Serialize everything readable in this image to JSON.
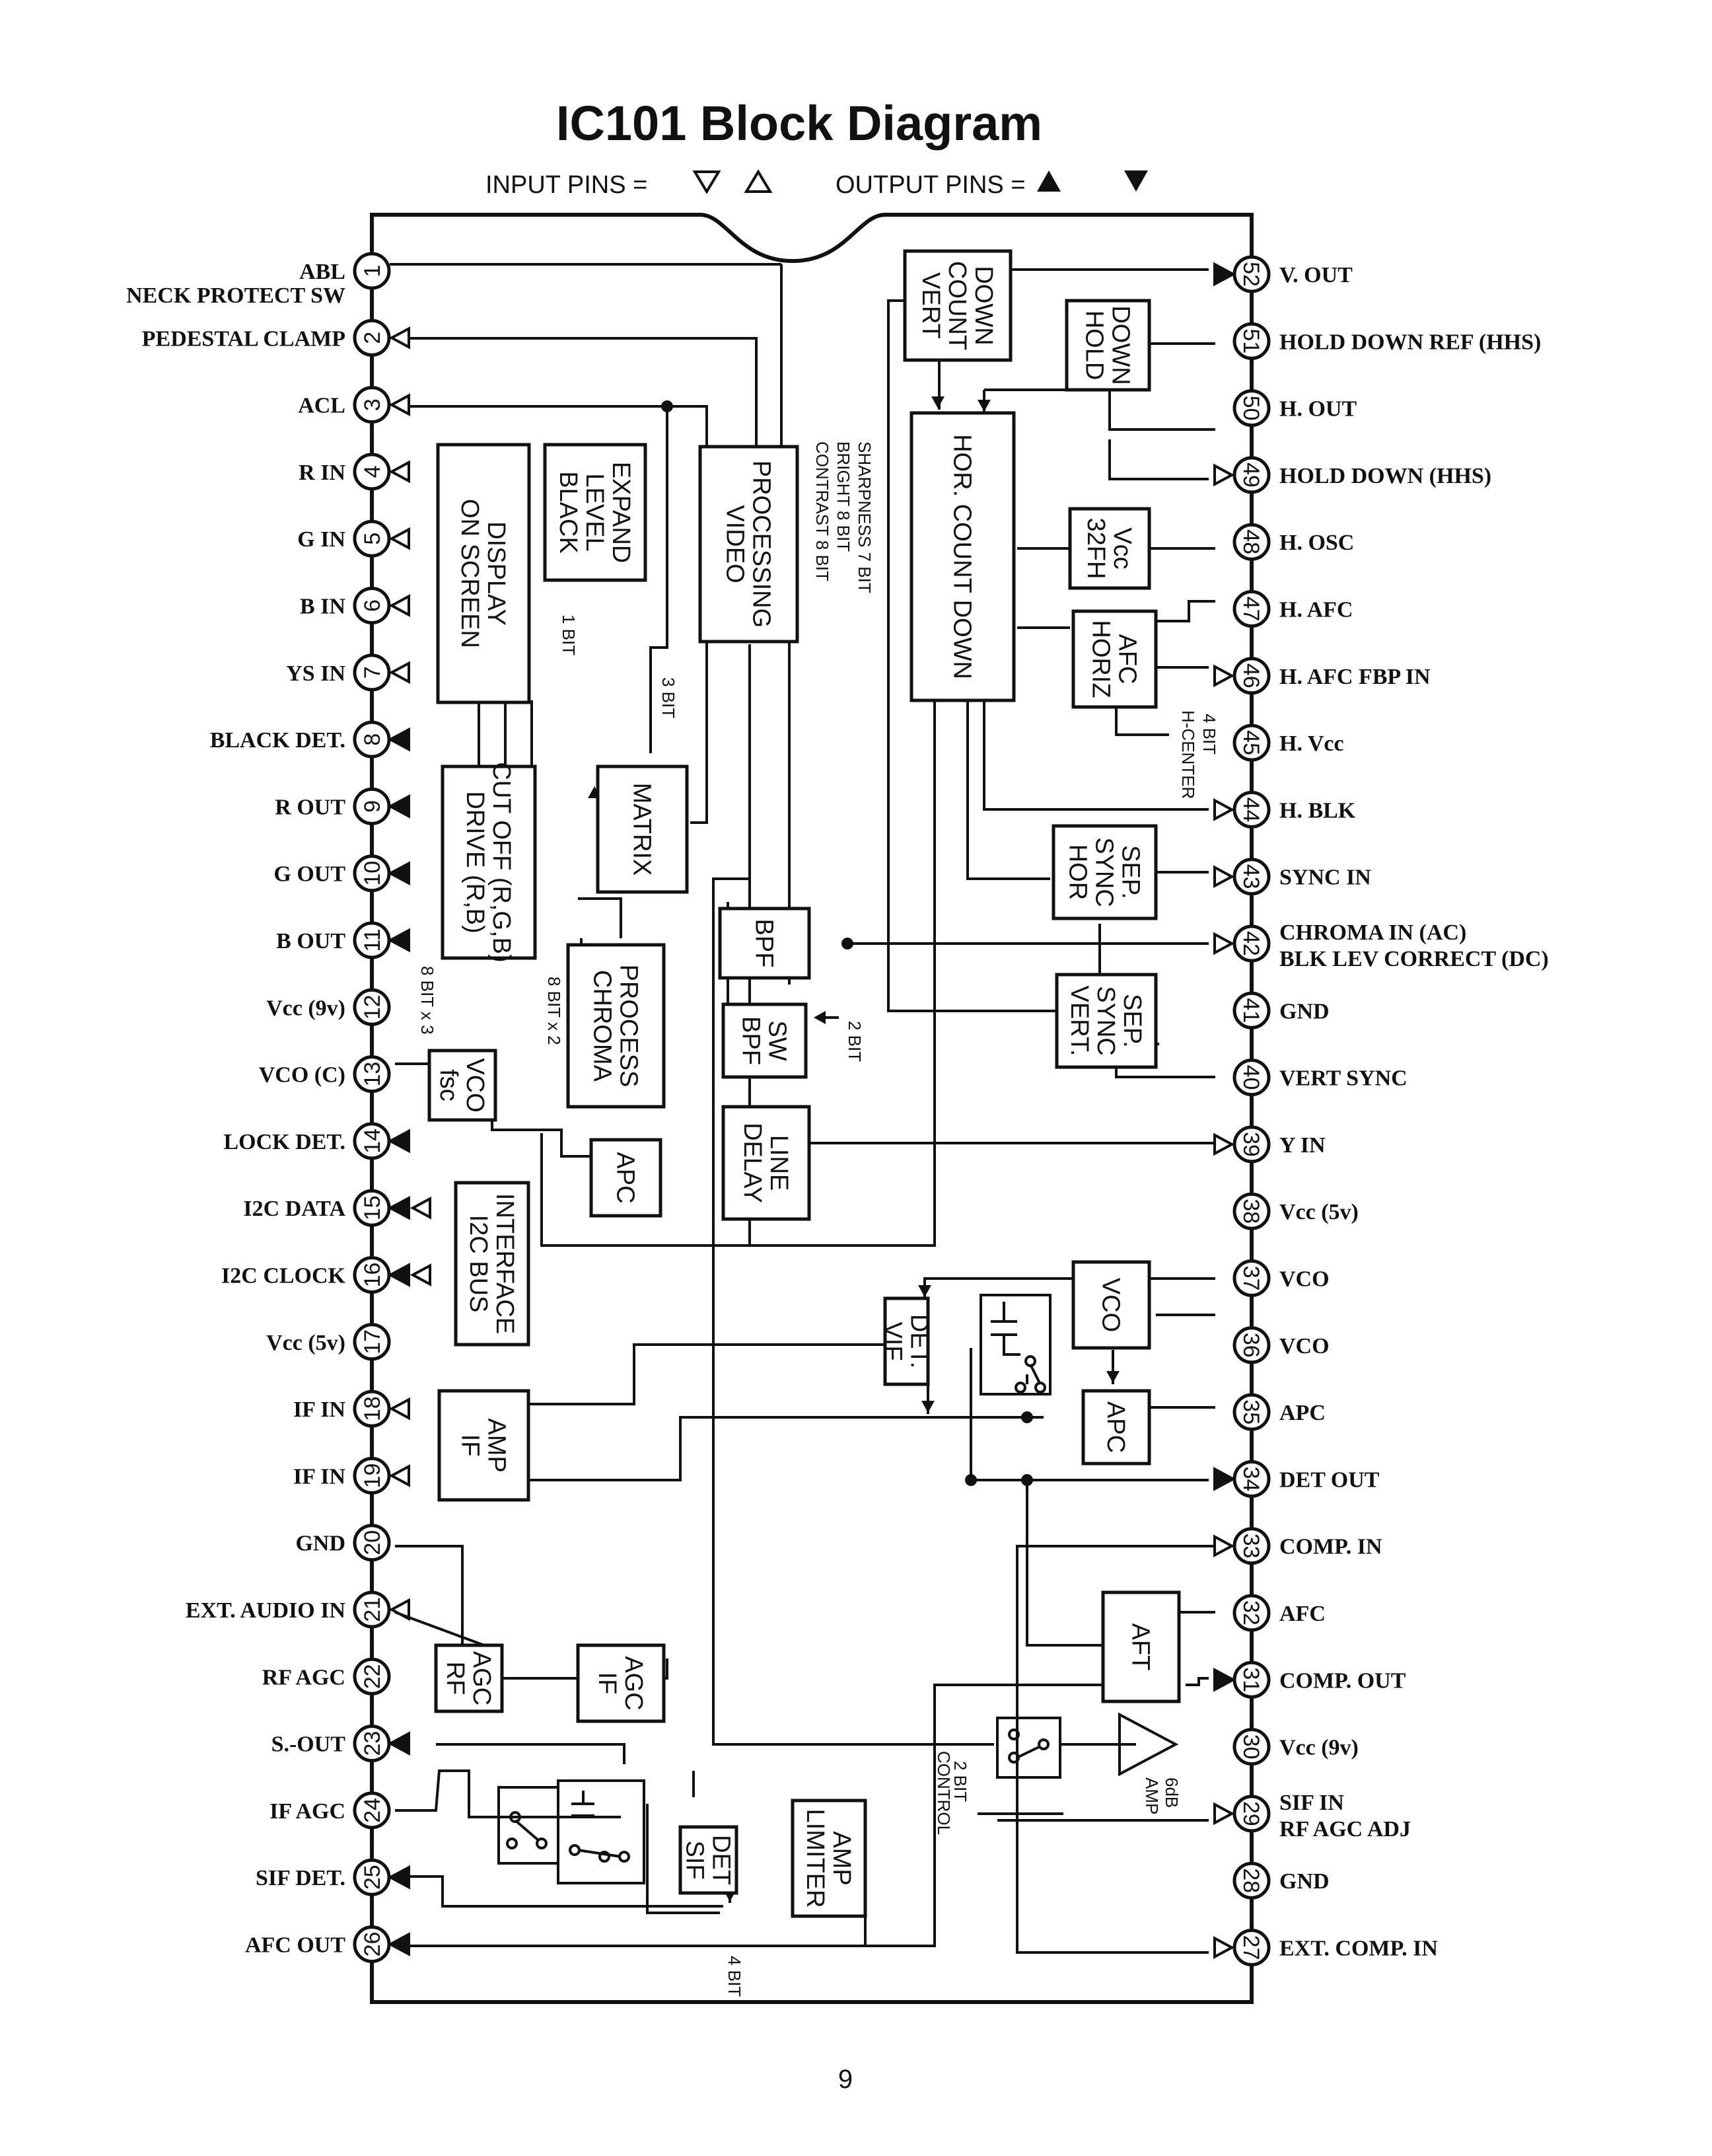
{
  "title": "IC101 Block Diagram",
  "legend": {
    "input_text": "INPUT  PINS =",
    "output_text": "OUTPUT  PINS ="
  },
  "left_pins": [
    {
      "num": "1",
      "label": "ABL",
      "dir": "none"
    },
    {
      "num": "2",
      "label": "PEDESTAL CLAMP",
      "dir": "in"
    },
    {
      "num": "3",
      "label": "ACL",
      "dir": "in"
    },
    {
      "num": "4",
      "label": "R IN",
      "dir": "in"
    },
    {
      "num": "5",
      "label": "G IN",
      "dir": "in"
    },
    {
      "num": "6",
      "label": "B IN",
      "dir": "in"
    },
    {
      "num": "7",
      "label": "YS IN",
      "dir": "in"
    },
    {
      "num": "8",
      "label": "BLACK DET.",
      "dir": "out"
    },
    {
      "num": "9",
      "label": "R OUT",
      "dir": "out"
    },
    {
      "num": "10",
      "label": "G OUT",
      "dir": "out"
    },
    {
      "num": "11",
      "label": "B OUT",
      "dir": "out"
    },
    {
      "num": "12",
      "label": "Vcc (9v)",
      "dir": "none"
    },
    {
      "num": "13",
      "label": "VCO (C)",
      "dir": "none"
    },
    {
      "num": "14",
      "label": "LOCK DET.",
      "dir": "out"
    },
    {
      "num": "15",
      "label": "I2C DATA",
      "dir": "bi"
    },
    {
      "num": "16",
      "label": "I2C CLOCK",
      "dir": "bi"
    },
    {
      "num": "17",
      "label": "Vcc (5v)",
      "dir": "none"
    },
    {
      "num": "18",
      "label": "IF IN",
      "dir": "in"
    },
    {
      "num": "19",
      "label": "IF IN",
      "dir": "in"
    },
    {
      "num": "20",
      "label": "GND",
      "dir": "none"
    },
    {
      "num": "21",
      "label": "EXT. AUDIO IN",
      "dir": "in"
    },
    {
      "num": "22",
      "label": "RF AGC",
      "dir": "none"
    },
    {
      "num": "23",
      "label": "S.-OUT",
      "dir": "out"
    },
    {
      "num": "24",
      "label": "IF AGC",
      "dir": "none"
    },
    {
      "num": "25",
      "label": "SIF DET.",
      "dir": "out"
    },
    {
      "num": "26",
      "label": "AFC OUT",
      "dir": "out"
    }
  ],
  "right_pins": [
    {
      "num": "52",
      "label": "V. OUT",
      "dir": "out"
    },
    {
      "num": "51",
      "label": "HOLD DOWN REF (HHS)",
      "dir": "none"
    },
    {
      "num": "50",
      "label": "H. OUT",
      "dir": "none"
    },
    {
      "num": "49",
      "label": "HOLD DOWN (HHS)",
      "dir": "in"
    },
    {
      "num": "48",
      "label": "H. OSC",
      "dir": "none"
    },
    {
      "num": "47",
      "label": "H. AFC",
      "dir": "none"
    },
    {
      "num": "46",
      "label": "H. AFC FBP IN",
      "dir": "in"
    },
    {
      "num": "45",
      "label": "H. Vcc",
      "dir": "none"
    },
    {
      "num": "44",
      "label": "H. BLK",
      "dir": "in"
    },
    {
      "num": "43",
      "label": "SYNC IN",
      "dir": "in"
    },
    {
      "num": "42",
      "label": "CHROMA IN (AC)",
      "label2": "BLK LEV CORRECT (DC)",
      "dir": "in"
    },
    {
      "num": "41",
      "label": "GND",
      "dir": "none"
    },
    {
      "num": "40",
      "label": "VERT SYNC",
      "dir": "none"
    },
    {
      "num": "39",
      "label": "Y IN",
      "dir": "in"
    },
    {
      "num": "38",
      "label": "Vcc (5v)",
      "dir": "none"
    },
    {
      "num": "37",
      "label": "VCO",
      "dir": "none"
    },
    {
      "num": "36",
      "label": "VCO",
      "dir": "none"
    },
    {
      "num": "35",
      "label": "APC",
      "dir": "none"
    },
    {
      "num": "34",
      "label": "DET OUT",
      "dir": "out"
    },
    {
      "num": "33",
      "label": "COMP. IN",
      "dir": "in"
    },
    {
      "num": "32",
      "label": "AFC",
      "dir": "none"
    },
    {
      "num": "31",
      "label": "COMP. OUT",
      "dir": "out"
    },
    {
      "num": "30",
      "label": "Vcc (9v)",
      "dir": "none"
    },
    {
      "num": "29",
      "label": "SIF IN",
      "label2": "RF AGC ADJ",
      "dir": "in"
    },
    {
      "num": "28",
      "label": "GND",
      "dir": "none"
    },
    {
      "num": "27",
      "label": "EXT. COMP. IN",
      "dir": "in"
    }
  ],
  "blocks": {
    "osd": [
      "ON SCREEN",
      "DISPLAY"
    ],
    "ble": [
      "BLACK",
      "LEVEL",
      "EXPAND"
    ],
    "video": [
      "VIDEO",
      "PROCESSING"
    ],
    "vcount": [
      "VERT",
      "COUNT",
      "DOWN"
    ],
    "holddown": [
      "HOLD",
      "DOWN"
    ],
    "hcount": [
      "HOR. COUNT DOWN"
    ],
    "osc32": [
      "32FH",
      "Vcc"
    ],
    "horizafc": [
      "HORIZ",
      "AFC"
    ],
    "drive": [
      "DRIVE (R,B)",
      "CUT OFF (R,G,B)"
    ],
    "matrix": [
      "MATRIX"
    ],
    "chroma": [
      "CHROMA",
      "PROCESS"
    ],
    "bpf": [
      "BPF"
    ],
    "bpfsw": [
      "BPF",
      "SW"
    ],
    "delay": [
      "DELAY",
      "LINE"
    ],
    "horsync": [
      "HOR",
      "SYNC",
      "SEP."
    ],
    "vertsync": [
      "VERT.",
      "SYNC",
      "SEP."
    ],
    "fscvco": [
      "fsc",
      "VCO"
    ],
    "apcl": [
      "APC"
    ],
    "i2c": [
      "I2C BUS",
      "INTERFACE"
    ],
    "ifamp": [
      "IF",
      "AMP"
    ],
    "vifdet": [
      "VIF",
      "DET."
    ],
    "vco": [
      "VCO"
    ],
    "apcr": [
      "APC"
    ],
    "aft": [
      "AFT"
    ],
    "rfagc": [
      "RF",
      "AGC"
    ],
    "ifagc": [
      "IF",
      "AGC"
    ],
    "sifdet": [
      "SIF",
      "DET"
    ],
    "limiter": [
      "LIMITER",
      "AMP"
    ]
  },
  "annotations": {
    "sharpness": "SHARPNESS  7 BIT",
    "bright": "BRIGHT         8 BIT",
    "contrast": "CONTRAST     8 BIT",
    "bit1": "1 BIT",
    "bit3": "3 BIT",
    "bit4h": "4 BIT",
    "hcenter": "H-CENTER",
    "bit8x3": "8 BIT x 3",
    "bit8x2": "8 BIT x 2",
    "bit2bpf": "2 BIT",
    "bit2ctl": "2 BIT",
    "control": "CONTROL",
    "bit4sif": "4 BIT",
    "amp6db": "6dB",
    "amp": "AMP"
  },
  "page_number": "9"
}
